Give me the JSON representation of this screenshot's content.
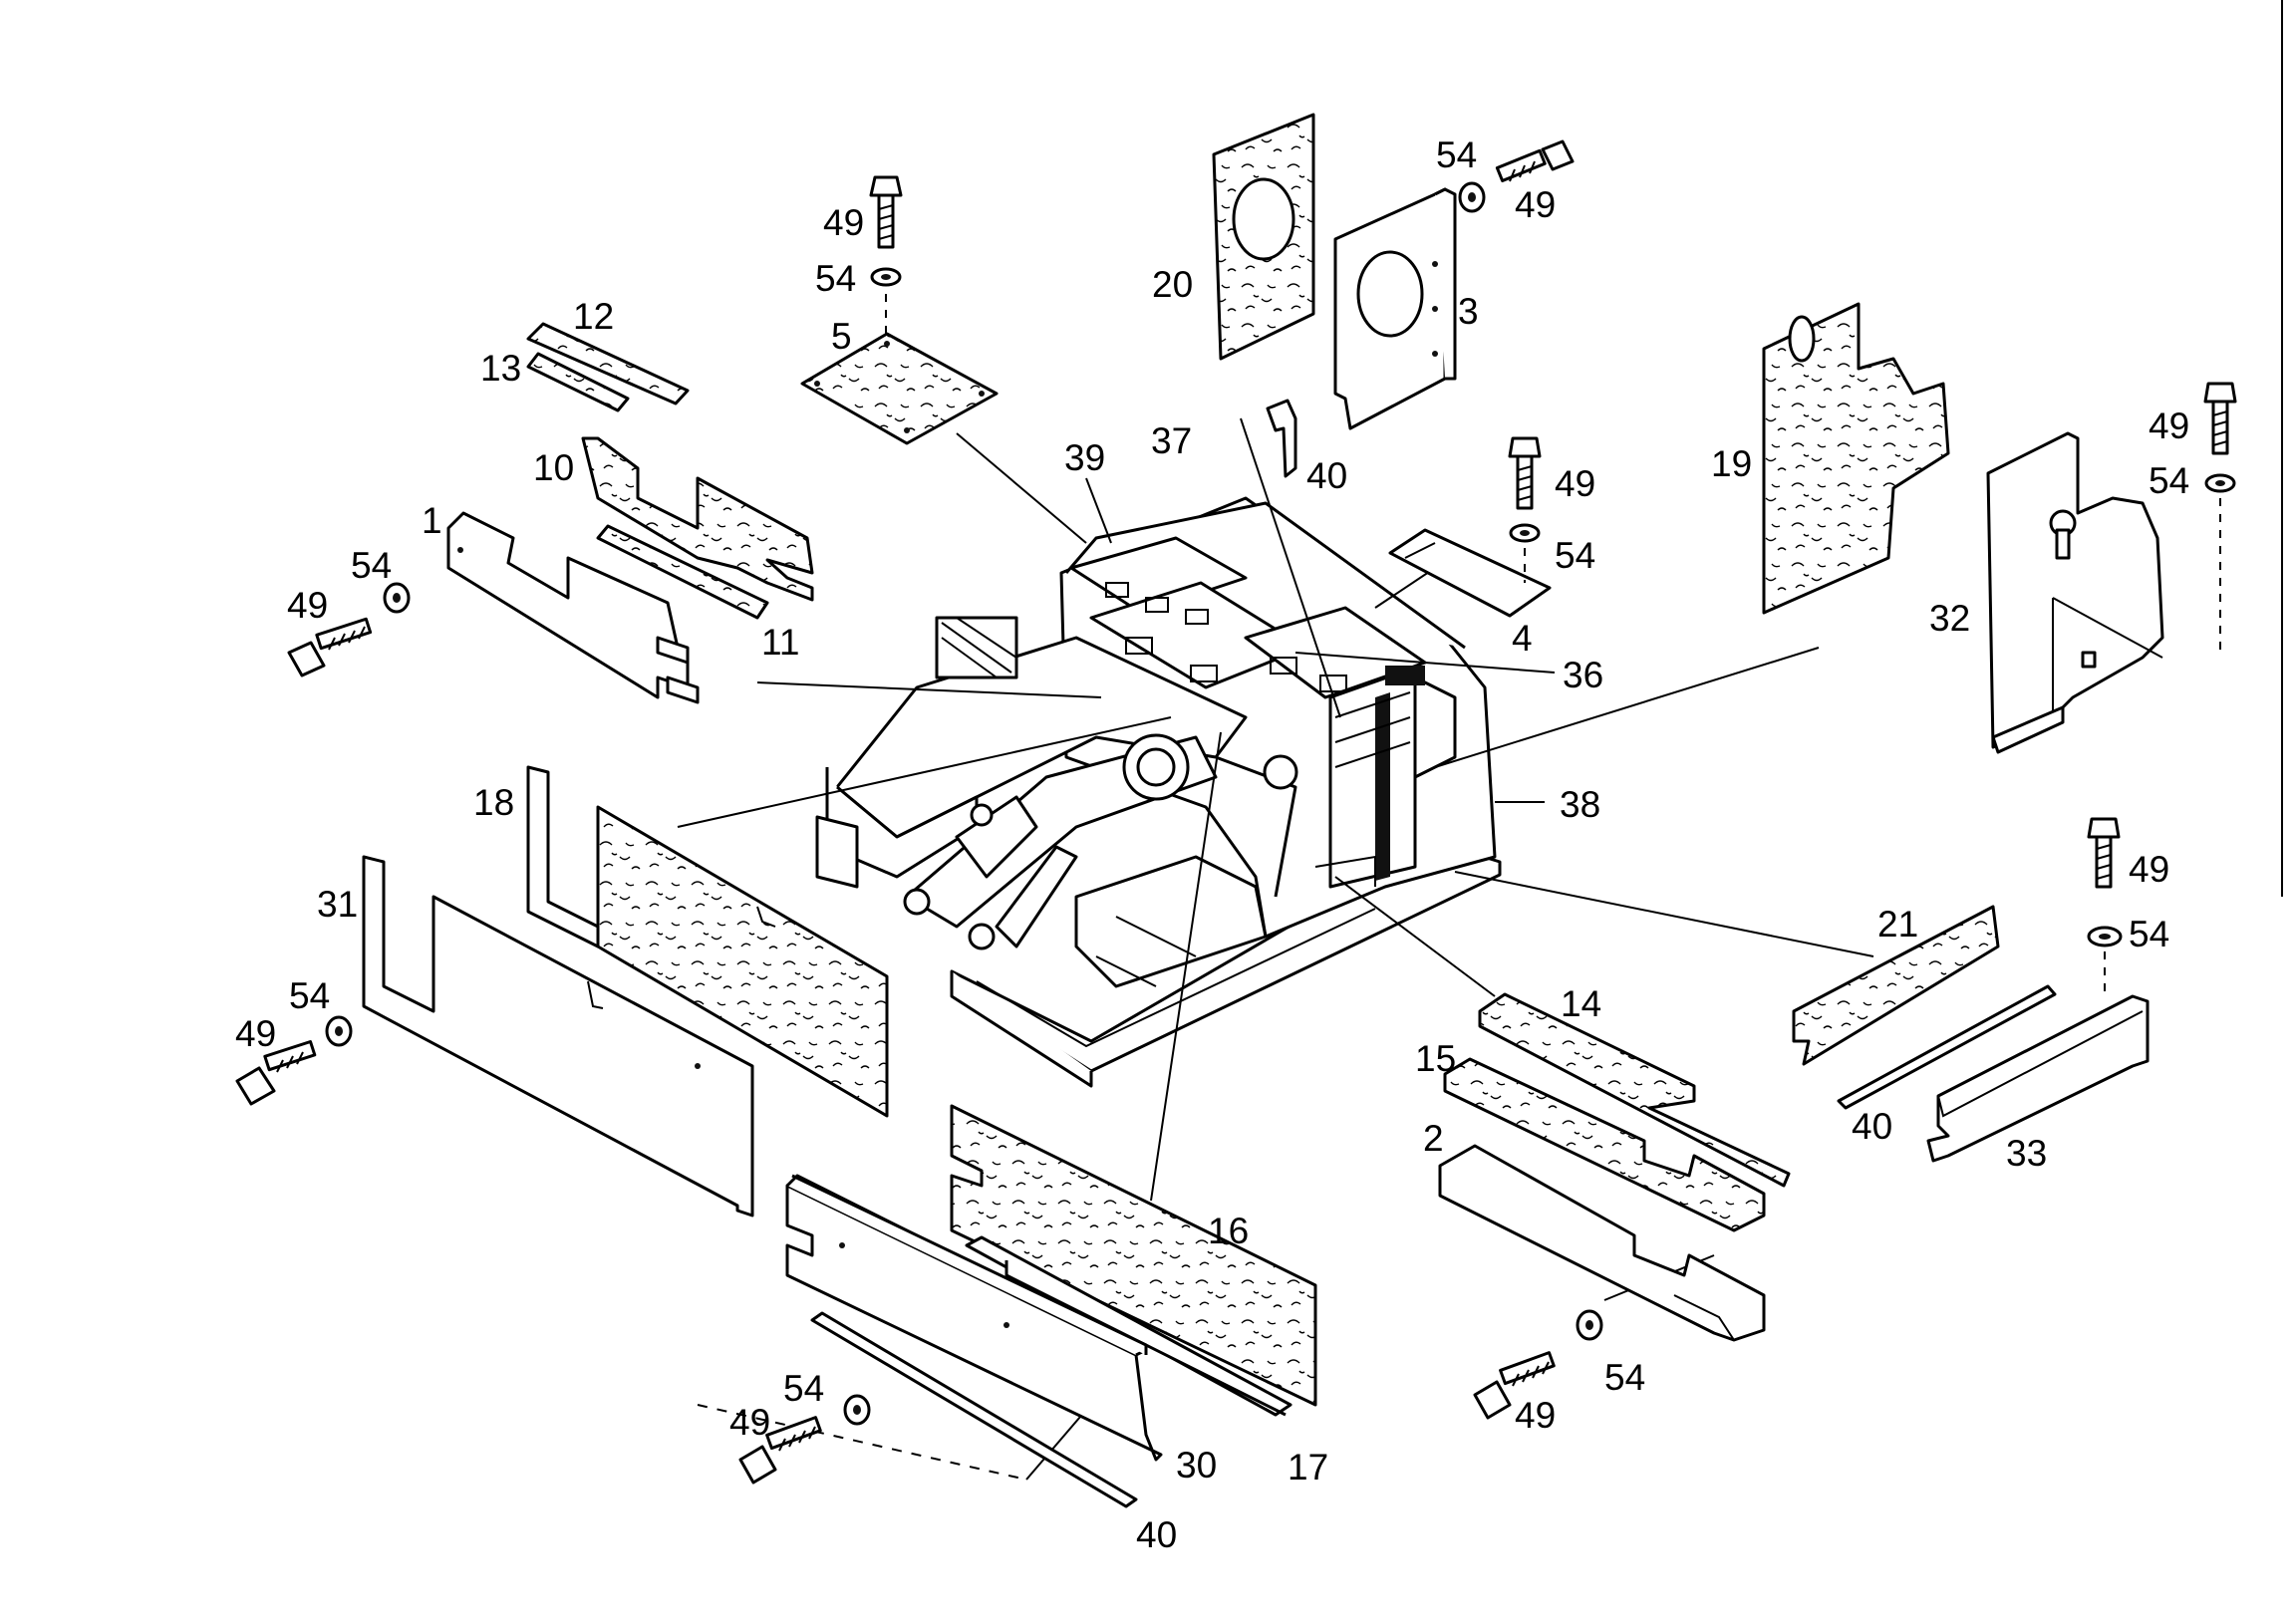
{
  "labels": {
    "l1": "1",
    "l2": "2",
    "l3": "3",
    "l4": "4",
    "l5": "5",
    "l10": "10",
    "l11": "11",
    "l12": "12",
    "l13": "13",
    "l14": "14",
    "l15": "15",
    "l16": "16",
    "l17": "17",
    "l18": "18",
    "l19": "19",
    "l20": "20",
    "l21": "21",
    "l30": "30",
    "l31": "31",
    "l32": "32",
    "l33": "33",
    "l36": "36",
    "l37": "37",
    "l38": "38",
    "l39": "39",
    "n40": "40",
    "n49": "49",
    "n54": "54"
  }
}
